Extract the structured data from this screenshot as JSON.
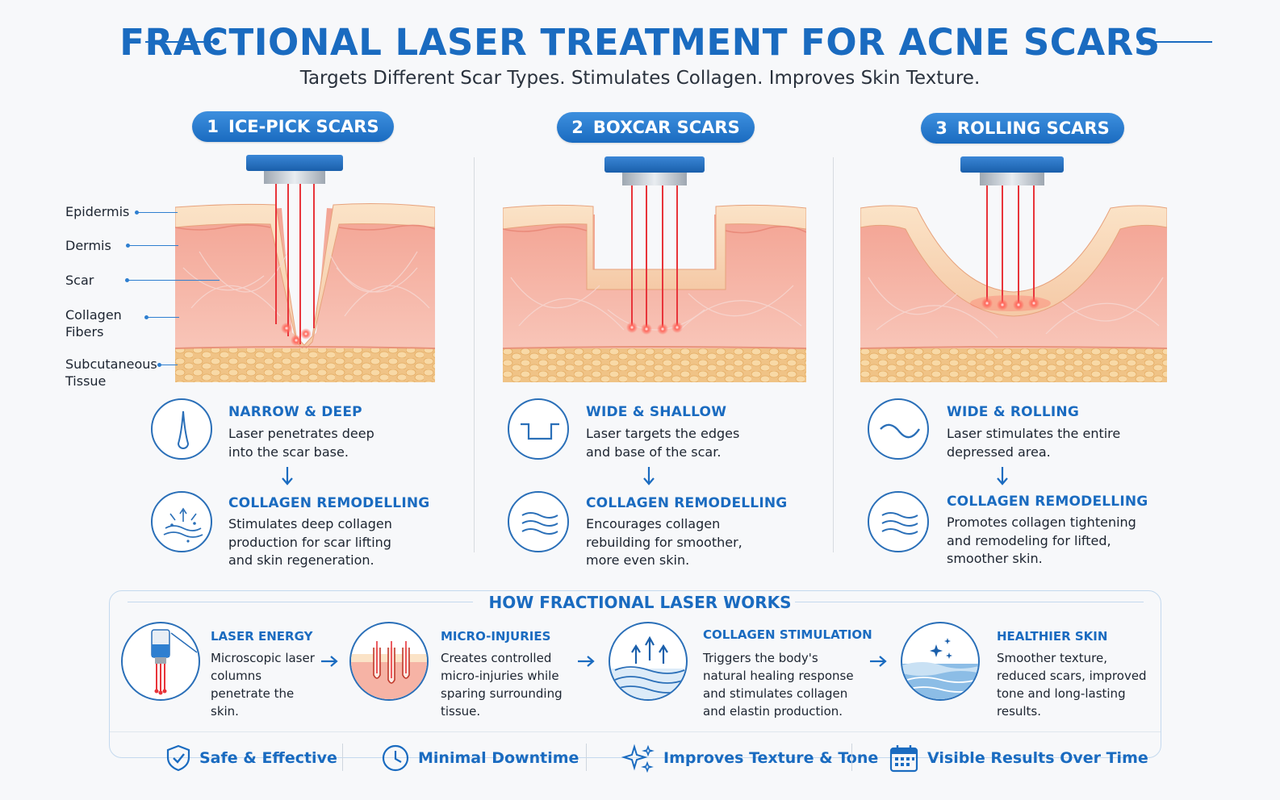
{
  "header": {
    "title": "FRACTIONAL LASER TREATMENT FOR ACNE SCARS",
    "subtitle": "Targets Different Scar Types. Stimulates Collagen. Improves Skin Texture."
  },
  "layers": [
    "Epidermis",
    "Dermis",
    "Scar",
    "Collagen Fibers",
    "Subcutaneous Tissue"
  ],
  "scar_types": [
    {
      "num": "1",
      "name": "ICE-PICK SCARS",
      "feature_title": "NARROW & DEEP",
      "feature_text": "Laser penetrates deep into the scar base.",
      "remodel_title": "COLLAGEN REMODELLING",
      "remodel_text": "Stimulates deep collagen production for scar lifting and skin regeneration."
    },
    {
      "num": "2",
      "name": "BOXCAR SCARS",
      "feature_title": "WIDE & SHALLOW",
      "feature_text": "Laser targets the edges and base of the scar.",
      "remodel_title": "COLLAGEN REMODELLING",
      "remodel_text": "Encourages collagen rebuilding for smoother, more even skin."
    },
    {
      "num": "3",
      "name": "ROLLING SCARS",
      "feature_title": "WIDE & ROLLING",
      "feature_text": "Laser stimulates the entire depressed area.",
      "remodel_title": "COLLAGEN REMODELLING",
      "remodel_text": "Promotes collagen tightening and remodeling for lifted, smoother skin."
    }
  ],
  "how": {
    "title": "HOW FRACTIONAL LASER WORKS",
    "steps": [
      {
        "title": "LASER ENERGY",
        "text": "Microscopic laser columns penetrate the skin."
      },
      {
        "title": "MICRO-INJURIES",
        "text": "Creates controlled micro-injuries while sparing surrounding tissue."
      },
      {
        "title": "COLLAGEN STIMULATION",
        "text": "Triggers the body's natural healing response and stimulates collagen and elastin production."
      },
      {
        "title": "HEALTHIER SKIN",
        "text": "Smoother texture, reduced scars, improved tone and long-lasting results."
      }
    ]
  },
  "benefits": [
    {
      "label": "Safe & Effective",
      "icon": "shield-check-icon"
    },
    {
      "label": "Minimal Downtime",
      "icon": "clock-icon"
    },
    {
      "label": "Improves Texture & Tone",
      "icon": "sparkle-icon"
    },
    {
      "label": "Visible Results Over Time",
      "icon": "calendar-icon"
    }
  ],
  "colors": {
    "brand_blue": "#1a6bc0",
    "laser_red": "#e8343a",
    "dermis_pink": "#f6b3a5",
    "fat_yellow": "#f3c98a"
  }
}
